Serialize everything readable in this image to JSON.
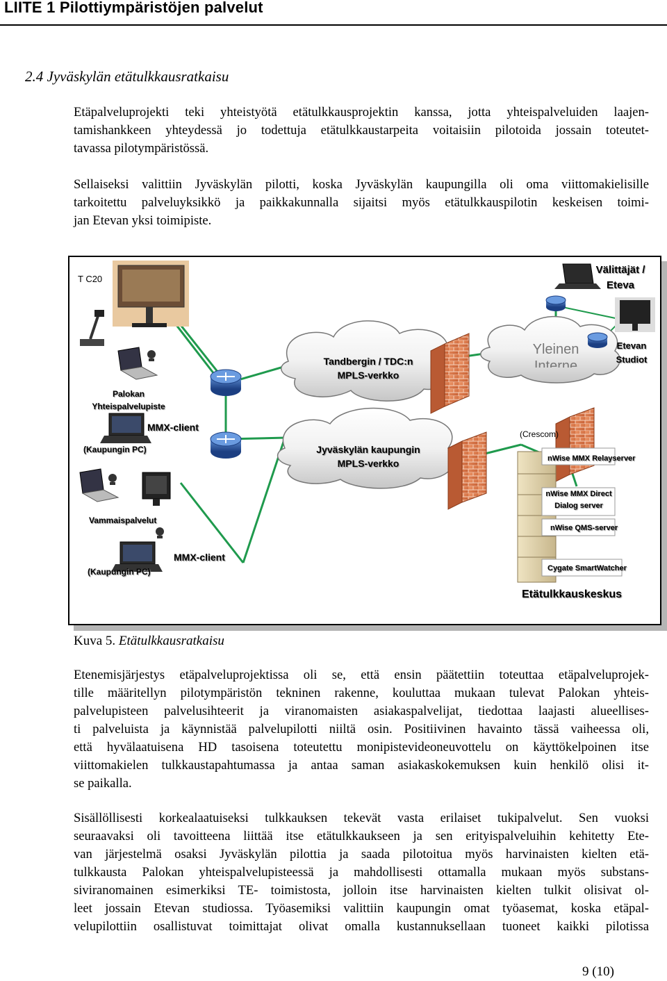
{
  "header": {
    "title": "LIITE 1 Pilottiympäristöjen palvelut"
  },
  "section": {
    "title": "2.4 Jyväskylän etätulkkausratkaisu"
  },
  "paragraphs": {
    "p1": [
      "Etäpalveluprojekti teki yhteistyötä etätulkkausprojektin kanssa, jotta yhteispalveluiden laajen-",
      "tamishankkeen yhteydessä jo todettuja etätulkkaustarpeita voitaisiin pilotoida jossain toteutet-",
      "tavassa pilotympäristössä."
    ],
    "p2": [
      "Sellaiseksi valittiin Jyväskylän pilotti, koska Jyväskylän kaupungilla oli oma viittomakielisille",
      "tarkoitettu palveluyksikkö ja paikkakunnalla sijaitsi myös etätulkkauspilotin keskeisen toimi-",
      "jan Etevan yksi toimipiste."
    ],
    "p3": [
      "Etenemisjärjestys etäpalveluprojektissa oli se, että ensin päätettiin toteuttaa etäpalveluprojek-",
      "tille määritellyn pilotympäristön tekninen rakenne, kouluttaa mukaan tulevat Palokan yhteis-",
      "palvelupisteen palvelusihteerit ja viranomaisten asiakaspalvelijat, tiedottaa laajasti alueellises-",
      "ti palveluista ja käynnistää palvelupilotti niiltä osin. Positiivinen havainto tässä vaiheessa oli,",
      "että hyvälaatuisena HD tasoisena toteutettu monipistevideoneuvottelu on käyttökelpoinen itse",
      "viittomakielen tulkkaustapahtumassa ja antaa saman asiakaskokemuksen kuin henkilö olisi it-",
      "se paikalla."
    ],
    "p4": [
      "Sisällöllisesti korkealaatuiseksi tulkkauksen tekevät vasta erilaiset tukipalvelut. Sen vuoksi",
      "seuraavaksi oli tavoitteena liittää itse etätulkkaukseen ja sen erityispalveluihin kehitetty Ete-",
      "van järjestelmä osaksi Jyväskylän pilottia ja saada pilotoitua myös harvinaisten kielten etä-",
      "tulkkausta Palokan yhteispalvelupisteessä ja mahdollisesti ottamalla mukaan myös substans-",
      "siviranomainen esimerkiksi TE- toimistosta, jolloin itse harvinaisten kielten tulkit olisivat ol-",
      "leet jossain Etevan studiossa. Työasemiksi valittiin kaupungin omat työasemat, koska etäpal-",
      "velupilottiin osallistuvat toimittajat olivat omalla kustannuksellaan tuoneet kaikki pilotissa"
    ]
  },
  "figure": {
    "caption_prefix": "Kuva 5. ",
    "caption_text": "Etätulkkausratkaisu",
    "labels": {
      "tc20": "T C20",
      "valittajat": "Välittäjät /",
      "eteva": "Eteva",
      "yleinen1": "Yleinen",
      "yleinen2": "Interne",
      "etevan_studiot1": "Etevan",
      "etevan_studiot2": "Studiot",
      "tandbergin1": "Tandbergin / TDC:n",
      "tandbergin2": "MPLS-verkko",
      "palokan1": "Palokan",
      "palokan2": "Yhteispalvelupiste",
      "mmx_client1": "MMX-client",
      "kaupungin_pc1": "(Kaupungin PC)",
      "jyvaskylan1": "Jyväskylän kaupungin",
      "jyvaskylan2": "MPLS-verkko",
      "crescom": "(Crescom)",
      "relayserver": "nWise MMX Relayserver",
      "direct1": "nWise MMX Direct",
      "direct2": "Dialog server",
      "qms": "nWise QMS-server",
      "vammais": "Vammaispalvelut",
      "mmx_client2": "MMX-client",
      "kaupungin_pc2": "(Kaupungin PC)",
      "cygate": "Cygate SmartWatcher",
      "etatulkkauskeskus": "Etätulkkauskeskus"
    }
  },
  "page": {
    "number": "9 (10)"
  }
}
